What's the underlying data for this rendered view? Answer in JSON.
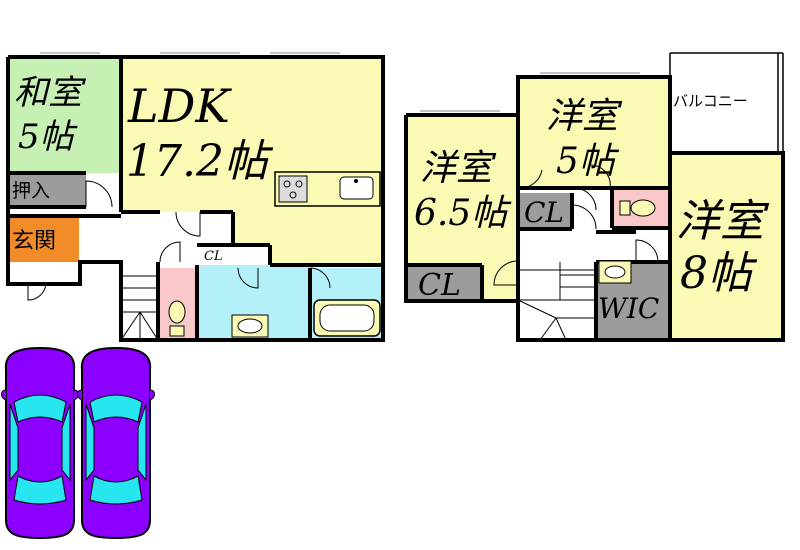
{
  "floor1": {
    "washitsu": {
      "name": "和室",
      "size": "5帖"
    },
    "oshiire": "押入",
    "genkan": "玄関",
    "ldk": {
      "name": "LDK",
      "size": "17.2帖"
    },
    "closet": "CL"
  },
  "floor2": {
    "youshitsu_65": {
      "name": "洋室",
      "size": "6.5帖"
    },
    "youshitsu_5": {
      "name": "洋室",
      "size": "5帖"
    },
    "youshitsu_8": {
      "name": "洋室",
      "size": "8帖"
    },
    "closet_a": "CL",
    "closet_b": "CL",
    "wic": "WIC",
    "balcony": "バルコニー"
  },
  "colors": {
    "washitsu": "#c6f0b4",
    "oshiire": "#9c9c9c",
    "genkan": "#f28c28",
    "ldk": "#fafab4",
    "wet_area": "#b4f0fa",
    "toilet": "#fac8c8",
    "closet": "#9c9c9c",
    "car_body": "#8c00ff",
    "car_glass": "#28e6f0"
  },
  "icons": [
    "kitchen-counter-icon",
    "stove-icon",
    "sink-icon",
    "washbasin-icon",
    "bathtub-icon",
    "toilet-icon",
    "stairs-icon",
    "door-swing-icon",
    "car-icon"
  ]
}
